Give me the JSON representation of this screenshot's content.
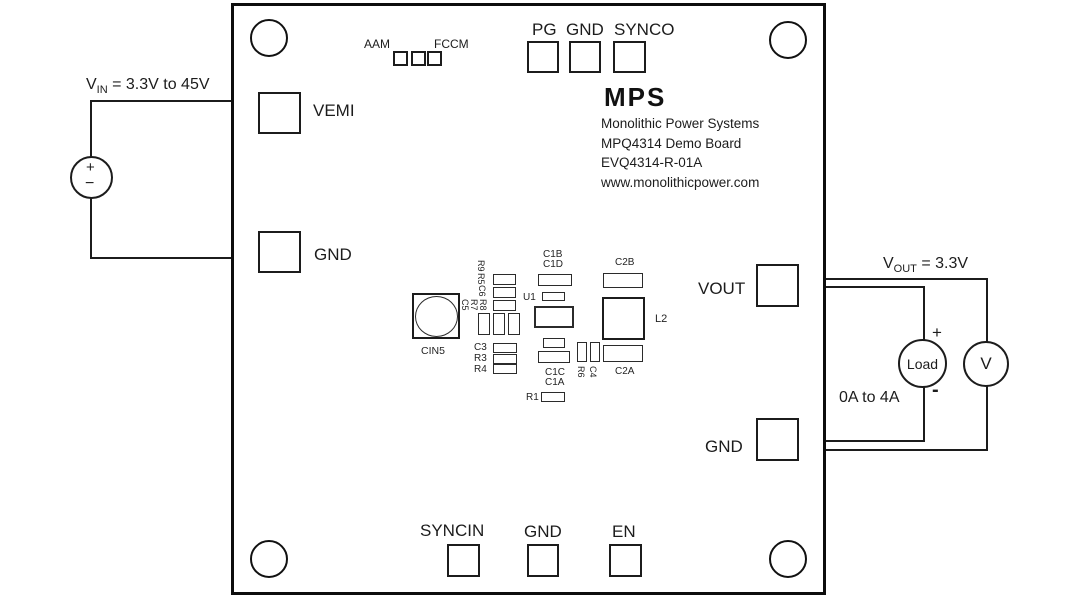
{
  "colors": {
    "line": "#1c1c1c",
    "bg": "#ffffff"
  },
  "jumpers": {
    "aam": "AAM",
    "fccm": "FCCM"
  },
  "top_pads": {
    "pg": "PG",
    "gnd": "GND",
    "synco": "SYNCO"
  },
  "left_pads": {
    "vemi": "VEMI",
    "gnd": "GND"
  },
  "right_pads": {
    "vout": "VOUT",
    "gnd": "GND"
  },
  "bottom_pads": {
    "syncin": "SYNCIN",
    "gnd": "GND",
    "en": "EN"
  },
  "logo": {
    "text": "MPS",
    "line1": "Monolithic Power Systems",
    "line2": "MPQ4314 Demo Board",
    "line3": "EVQ4314-R-01A",
    "line4": "www.monolithicpower.com"
  },
  "input_source": {
    "v": "V",
    "sub": "IN",
    "value": " = 3.3V to 45V",
    "plus": "+",
    "minus": "−"
  },
  "output_circuit": {
    "v": "V",
    "sub": "OUT",
    "value": " = 3.3V",
    "load": "Load",
    "meter": "V",
    "plus": "+",
    "minus": "-",
    "current_range": "0A to 4A"
  },
  "refs": {
    "cin5": "CIN5",
    "r9": "R9",
    "r5": "R5",
    "c6": "C6",
    "c5": "C5",
    "r7": "R7",
    "r8": "R8",
    "c3": "C3",
    "r3": "R3",
    "r4": "R4",
    "c1b": "C1B",
    "c1d": "C1D",
    "u1": "U1",
    "c1c": "C1C",
    "c1a": "C1A",
    "r1": "R1",
    "r6": "R6",
    "c4": "C4",
    "c2b": "C2B",
    "l2": "L2",
    "c2a": "C2A"
  }
}
